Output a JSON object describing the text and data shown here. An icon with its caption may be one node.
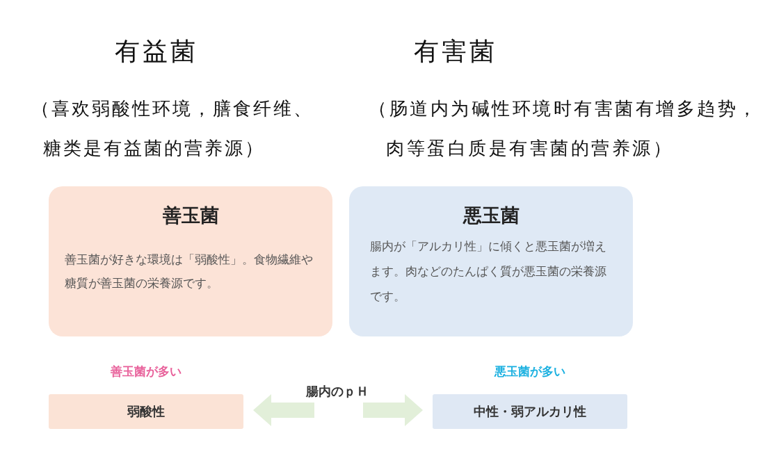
{
  "diagram": {
    "nodes": [
      {
        "text": [
          "善玉菌",
          "善玉菌が好きな環境は「弱酸性」。食物繊維や糖質が善玉菌の栄養源です。"
        ]
      },
      {
        "text": [
          "悪玉菌",
          "腸内が「アルカリ性」に傾くと悪玉菌が増えます。肉などのたんぱく質が悪玉菌の栄養源です。"
        ]
      },
      {
        "text": [
          "弱酸性"
        ],
        "beside": [
          "善玉菌が多い"
        ]
      },
      {
        "text": [
          "腸内のｐＨ"
        ]
      },
      {
        "text": [
          "中性・弱アルカリ性"
        ],
        "beside": [
          "悪玉菌が多い"
        ]
      }
    ],
    "edges": [
      {
        "from": 3,
        "to": 2,
        "arrow": "to"
      },
      {
        "from": 3,
        "to": 4,
        "arrow": "to"
      }
    ],
    "labels": [
      "有益菌",
      "有害菌",
      "（喜欢弱酸性环境，膳食纤维、糖类是有益菌的营养源）",
      "（肠道内为碱性环境时有害菌有增多趋势，肉等蛋白质是有害菌的营养源）"
    ]
  }
}
